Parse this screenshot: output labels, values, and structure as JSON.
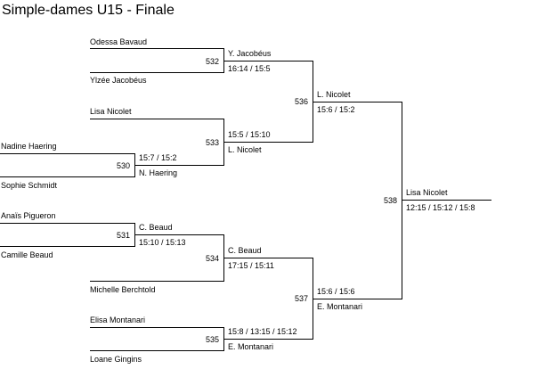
{
  "title": "Simple-dames U15 - Finale",
  "players": {
    "odessa": "Odessa Bavaud",
    "ylzee": "Ylzée Jacobéus",
    "lisa": "Lisa Nicolet",
    "nadine": "Nadine Haering",
    "sophie": "Sophie Schmidt",
    "anais": "Anaïs Pigueron",
    "camille": "Camille Beaud",
    "michelle": "Michelle Berchtold",
    "elisa": "Elisa Montanari",
    "loane": "Loane Gingins"
  },
  "matches": {
    "m530": {
      "number": "530",
      "winner": "N. Haering",
      "score": "15:7 / 15:2"
    },
    "m531": {
      "number": "531",
      "winner": "C. Beaud",
      "score": "15:10 / 15:13"
    },
    "m532": {
      "number": "532",
      "winner": "Y. Jacobéus",
      "score": "16:14 / 15:5"
    },
    "m533": {
      "number": "533",
      "winner": "L. Nicolet",
      "score": "15:5 / 15:10"
    },
    "m534": {
      "number": "534",
      "winner": "C. Beaud",
      "score": "17:15 / 15:11"
    },
    "m535": {
      "number": "535",
      "winner": "E. Montanari",
      "score": "15:8 / 13:15 / 15:12"
    },
    "m536": {
      "number": "536",
      "winner": "L. Nicolet",
      "score": "15:6 / 15:2"
    },
    "m537": {
      "number": "537",
      "winner": "E. Montanari",
      "score": "15:6 / 15:6"
    },
    "m538": {
      "number": "538",
      "winner": "Lisa Nicolet",
      "score": "12:15 / 15:12 / 15:8"
    }
  }
}
